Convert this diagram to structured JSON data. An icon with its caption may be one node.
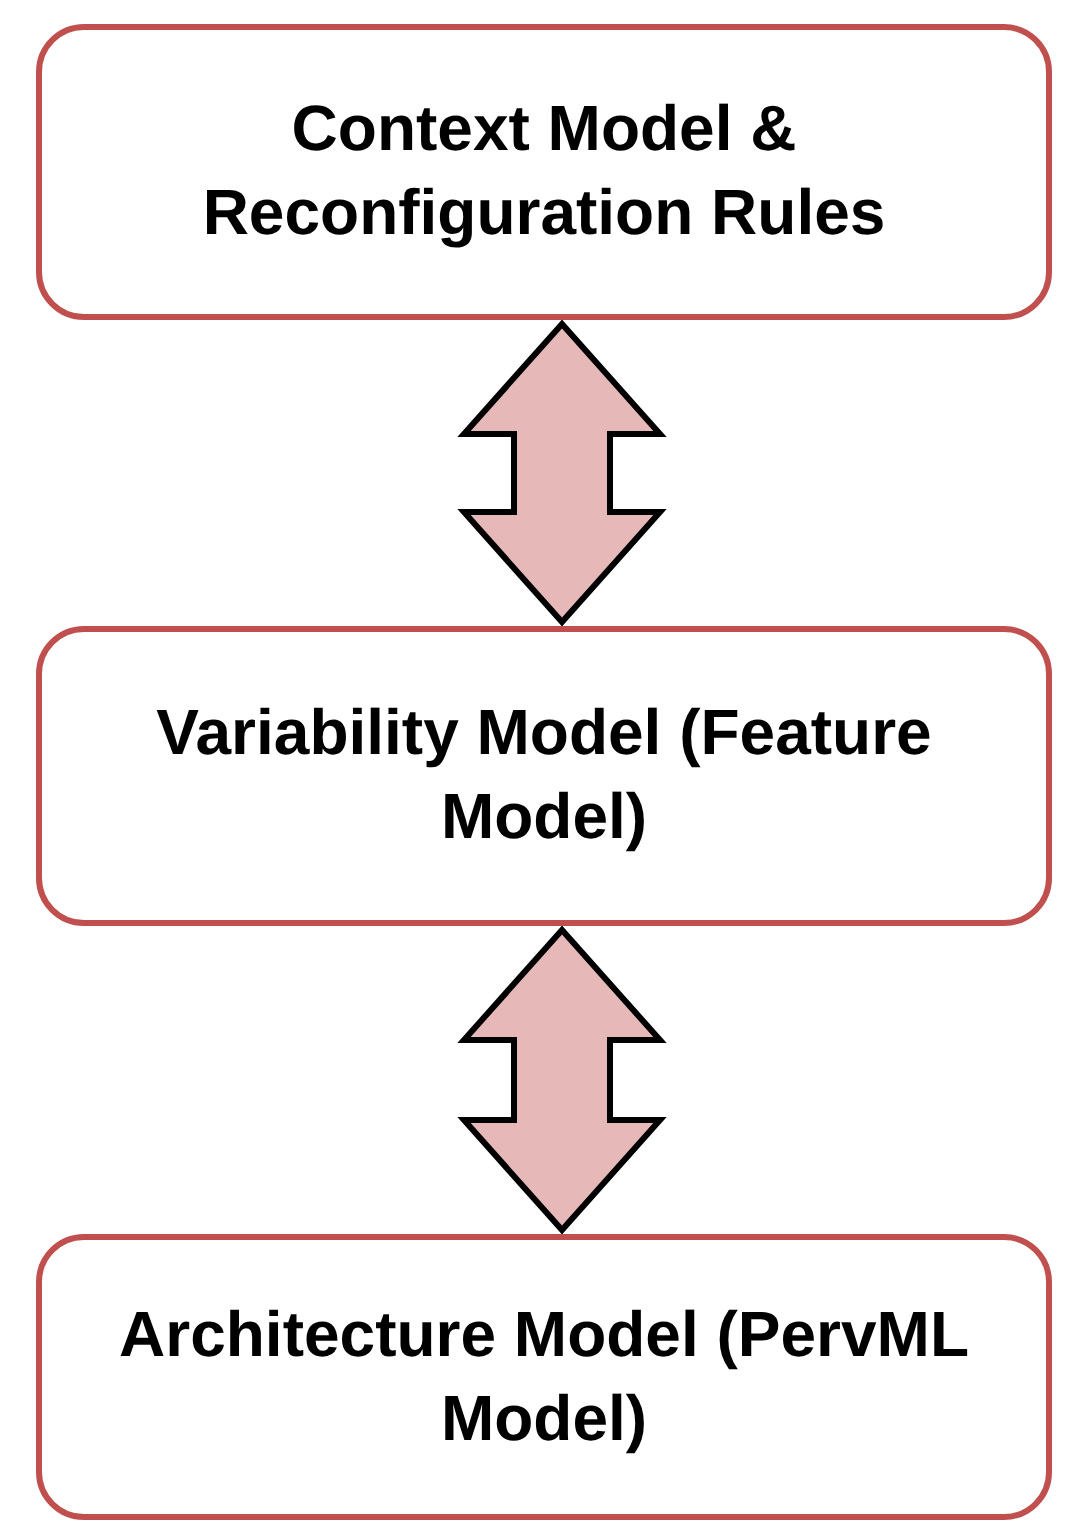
{
  "diagram": {
    "nodes": [
      {
        "text": [
          "Context Model & Reconfiguration Rules"
        ]
      },
      {
        "text": [
          "Variability Model (Feature Model)"
        ]
      },
      {
        "text": [
          "Architecture Model (PervML Model)"
        ]
      }
    ],
    "edges": [
      {
        "from": 0,
        "to": 1,
        "arrow": "both"
      },
      {
        "from": 1,
        "to": 2,
        "arrow": "both"
      }
    ]
  }
}
